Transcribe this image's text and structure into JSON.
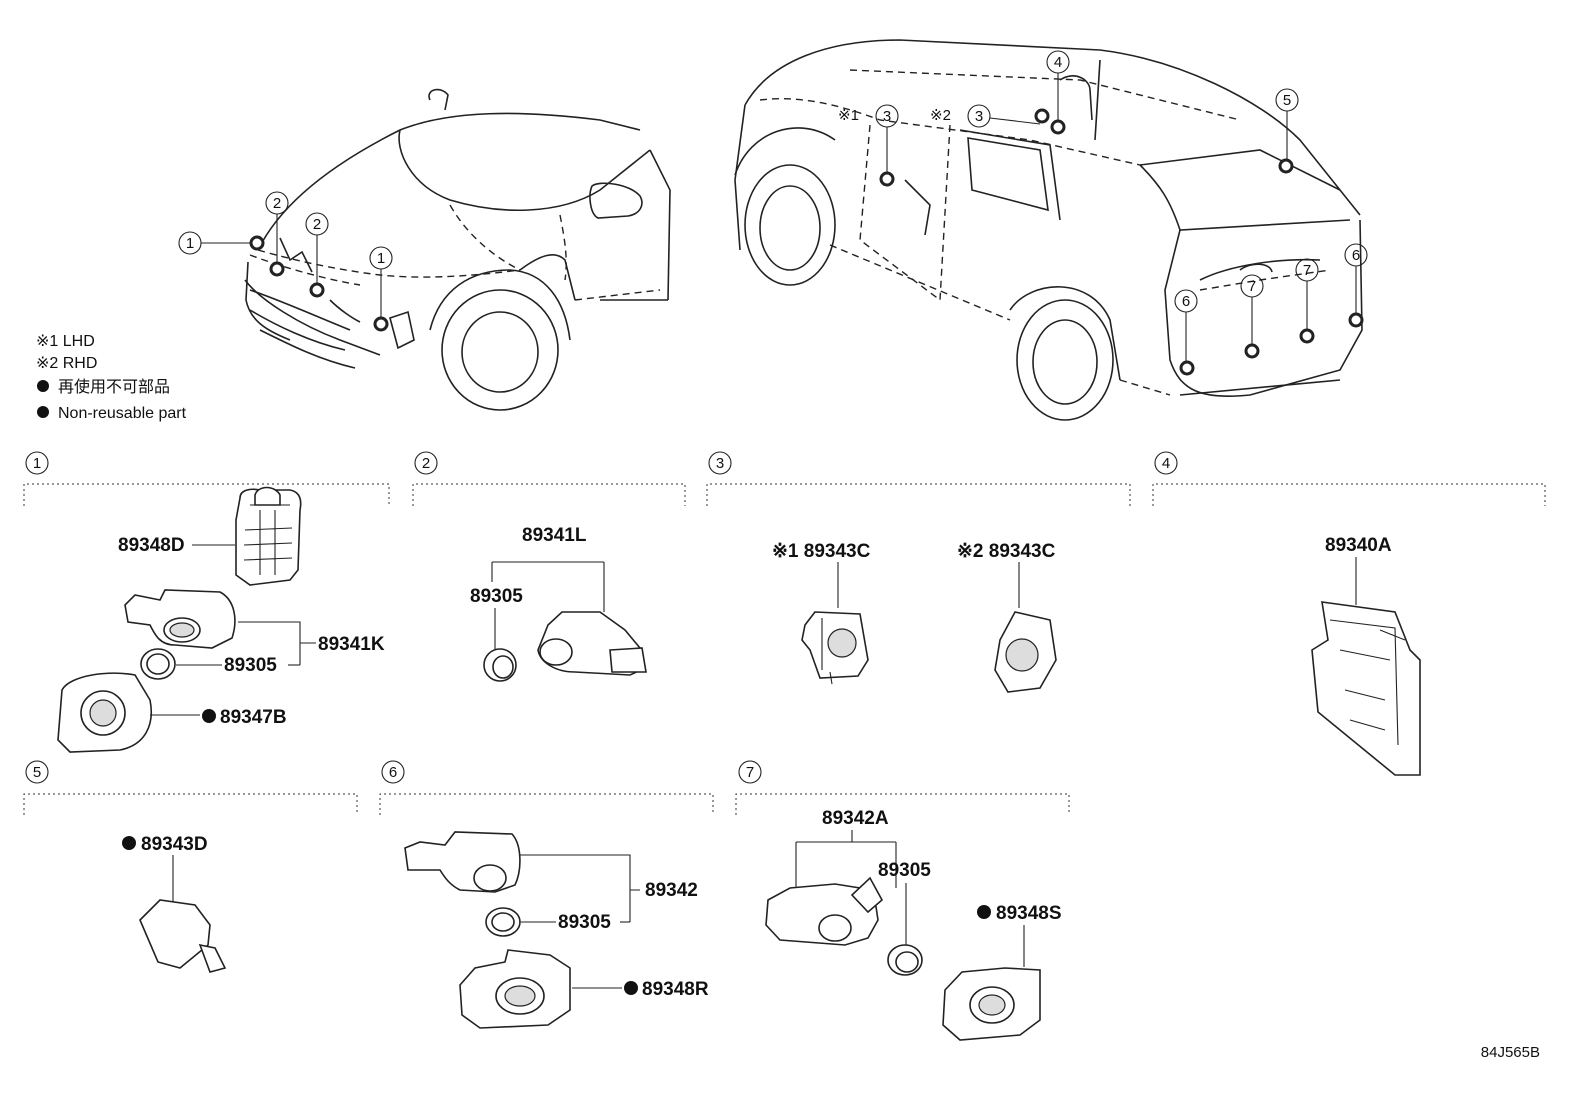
{
  "legend": {
    "note1": "※1 LHD",
    "note2": "※2 RHD",
    "bullet_jp": "再使用不可部品",
    "bullet_en": "Non-reusable part"
  },
  "diagram_code": "84J565B",
  "callouts_front": [
    "1",
    "2",
    "2",
    "1"
  ],
  "callouts_rear": [
    "3",
    "3",
    "4",
    "5",
    "6",
    "7",
    "7",
    "6"
  ],
  "rear_marks": [
    "※1",
    "※2"
  ],
  "groups": [
    {
      "num": "1",
      "parts": [
        "89348D",
        "89341K",
        "89305",
        "89347B"
      ],
      "nonreusable": [
        "89347B"
      ]
    },
    {
      "num": "2",
      "parts": [
        "89341L",
        "89305"
      ],
      "nonreusable": []
    },
    {
      "num": "3",
      "parts": [
        "※1 89343C",
        "※2 89343C"
      ],
      "nonreusable": []
    },
    {
      "num": "4",
      "parts": [
        "89340A"
      ],
      "nonreusable": []
    },
    {
      "num": "5",
      "parts": [
        "89343D"
      ],
      "nonreusable": [
        "89343D"
      ]
    },
    {
      "num": "6",
      "parts": [
        "89342",
        "89305",
        "89348R"
      ],
      "nonreusable": [
        "89348R"
      ]
    },
    {
      "num": "7",
      "parts": [
        "89342A",
        "89305",
        "89348S"
      ],
      "nonreusable": [
        "89348S"
      ]
    }
  ],
  "colors": {
    "line": "#222222",
    "background": "#ffffff"
  }
}
